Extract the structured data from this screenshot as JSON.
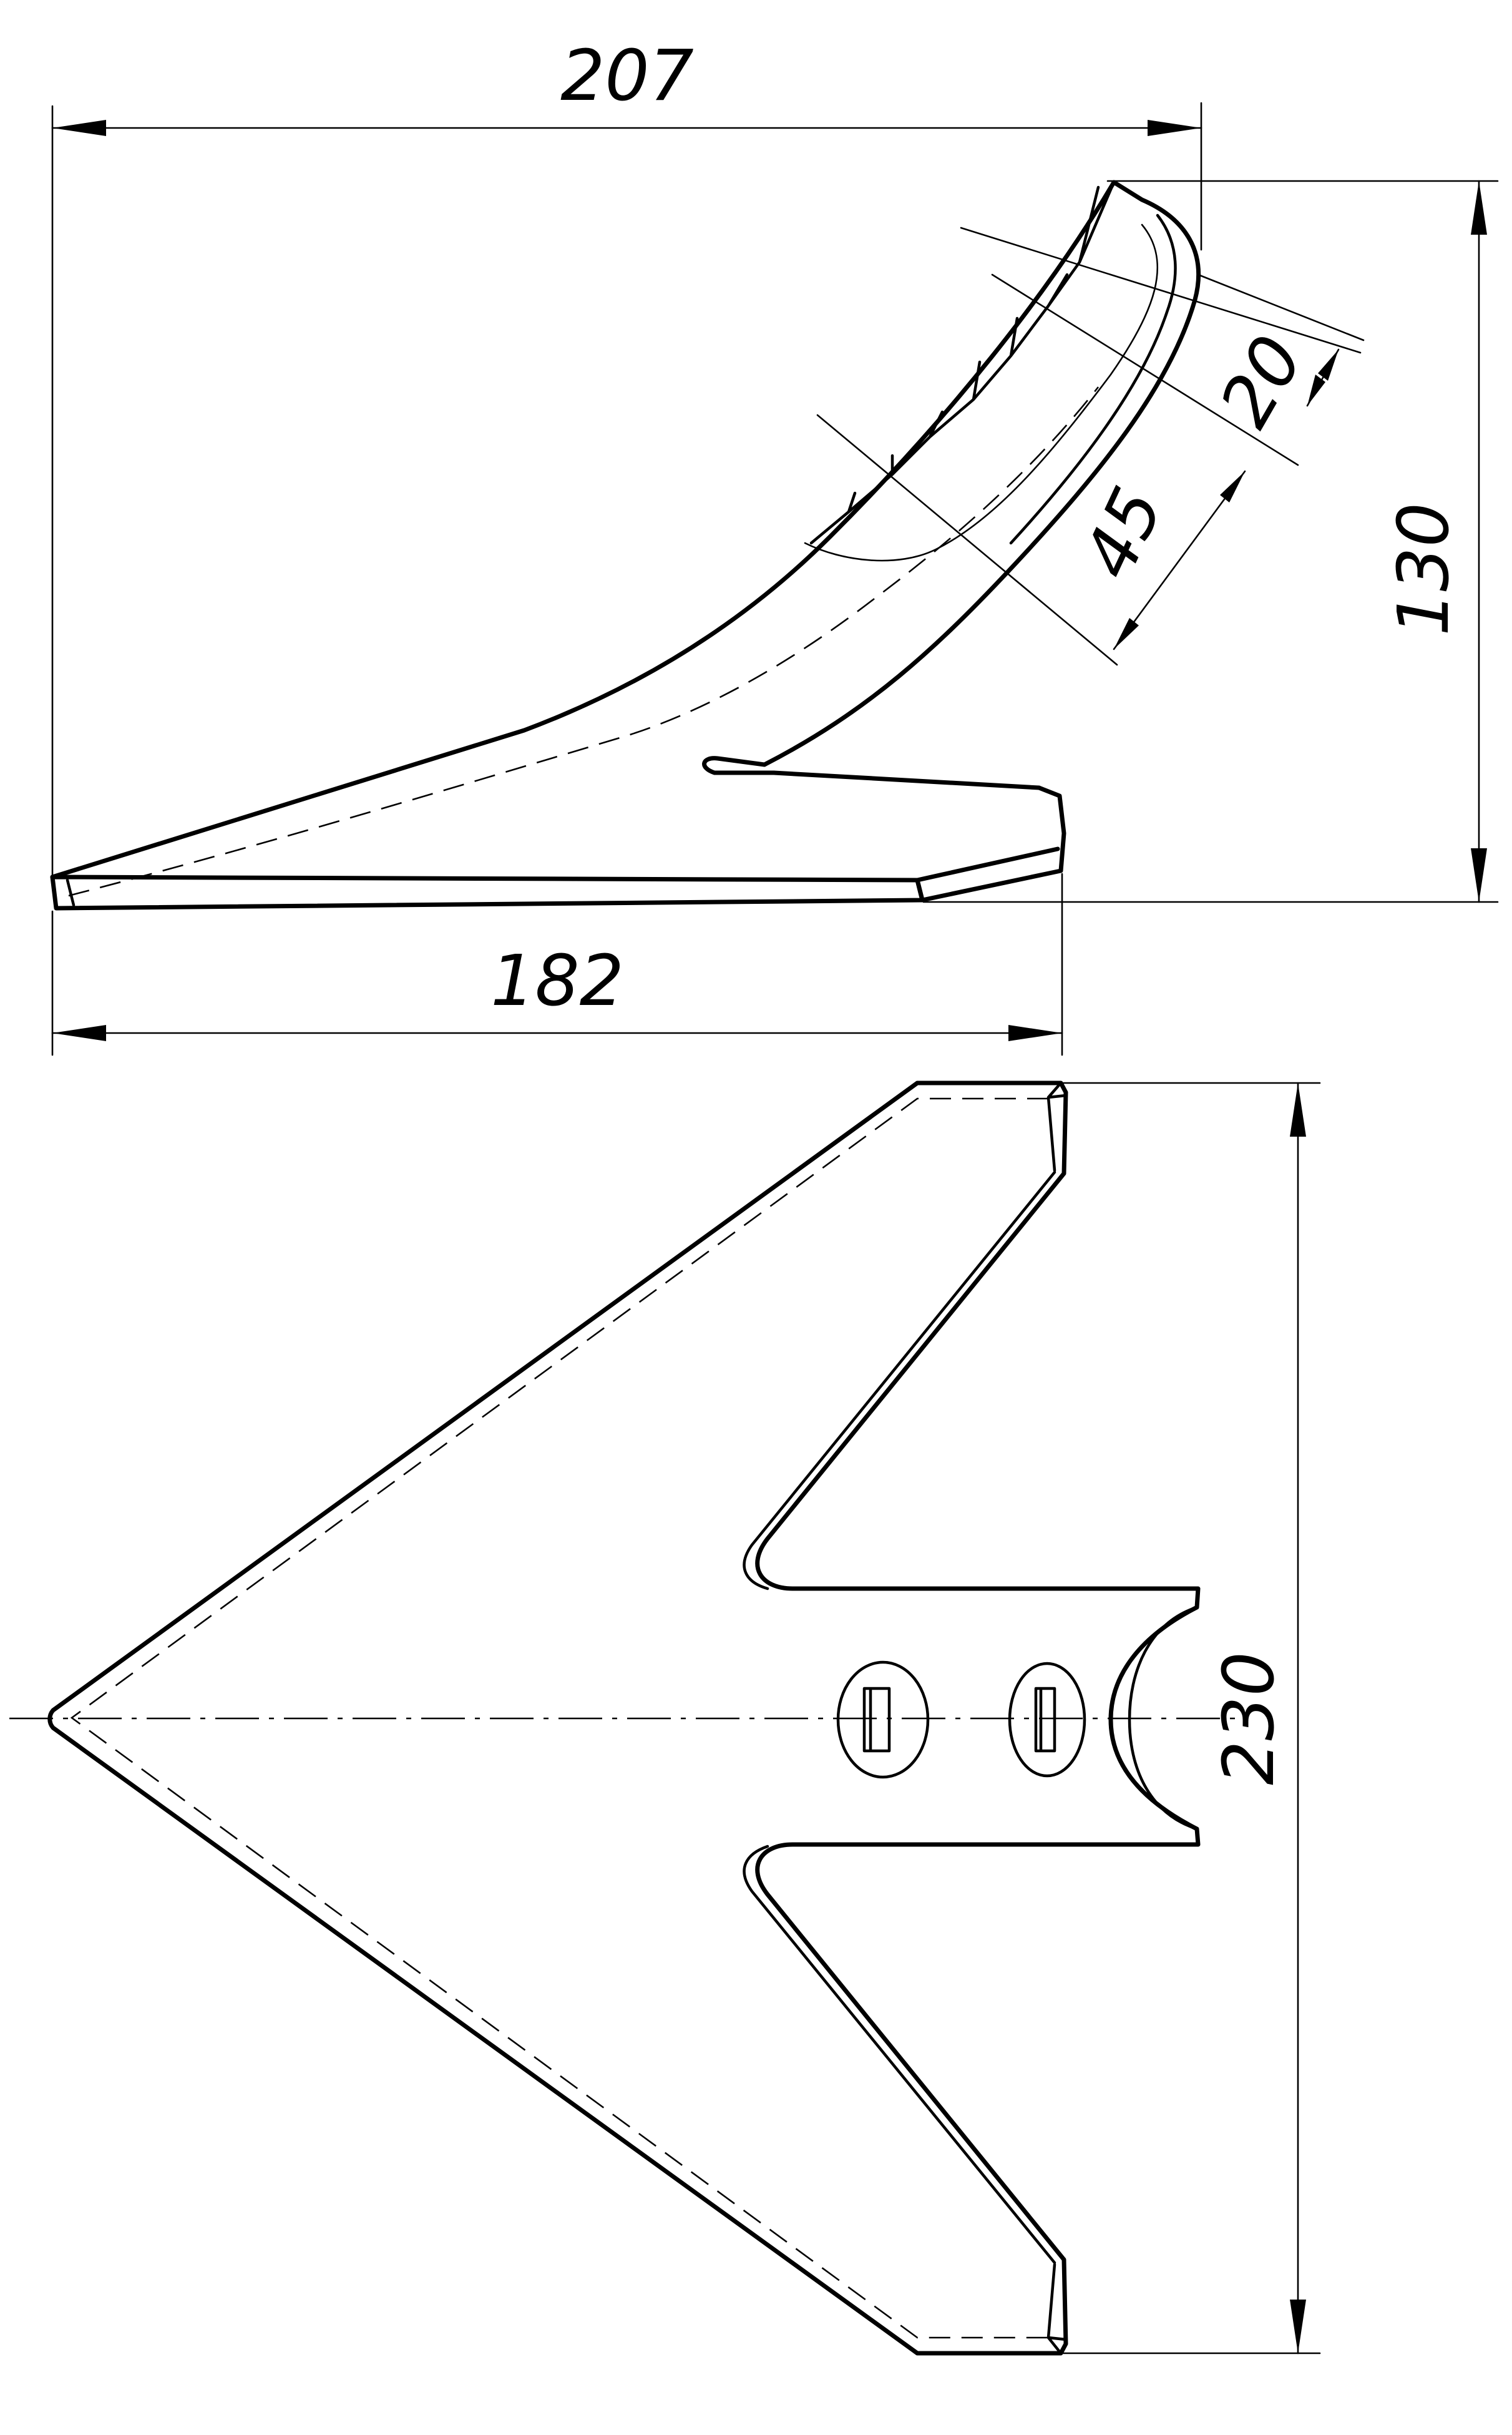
{
  "dimensions": {
    "overall_length": "207",
    "base_length": "182",
    "height": "130",
    "thickness": "20",
    "rise": "45",
    "width": "230"
  }
}
